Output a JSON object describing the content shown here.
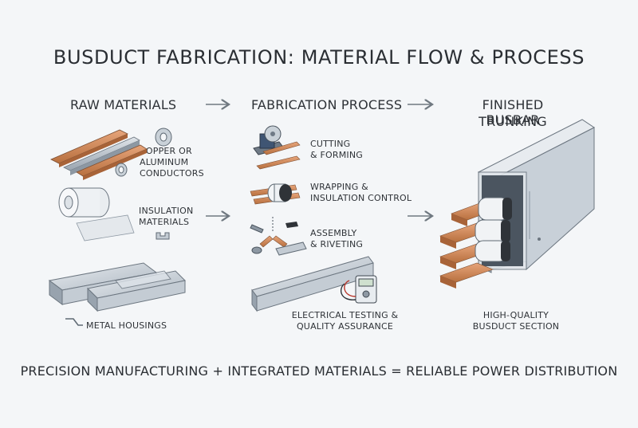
{
  "title": "BUSDUCT FABRICATION: MATERIAL FLOW & PROCESS",
  "columns": {
    "raw": "RAW MATERIALS",
    "process": "FABRICATION PROCESS",
    "finished_line1": "FINISHED BUSBAR",
    "finished_line2": "TRUNKING"
  },
  "raw_items": {
    "conductors": [
      "COPPER OR",
      "ALUMINUM",
      "CONDUCTORS"
    ],
    "insulation": [
      "INSULATION",
      "MATERIALS"
    ],
    "housings": "METAL HOUSINGS"
  },
  "process_steps": {
    "cutting": [
      "CUTTING",
      "& FORMING"
    ],
    "wrapping": [
      "WRAPPING &",
      "INSULATION CONTROL"
    ],
    "assembly": [
      "ASSEMBLY",
      "& RIVETING"
    ],
    "testing": [
      "ELECTRICAL TESTING &",
      "QUALITY ASSURANCE"
    ]
  },
  "finished_caption": [
    "HIGH-QUALITY",
    "BUSDUCT SECTION"
  ],
  "footer": "PRECISION MANUFACTURING + INTEGRATED MATERIALS = RELIABLE POWER DISTRIBUTION",
  "colors": {
    "copper": "#c98558",
    "steel": "#b9c2cb",
    "insulation": "#eef0f2",
    "background": "#f4f6f8",
    "arrow": "#6f7880"
  }
}
